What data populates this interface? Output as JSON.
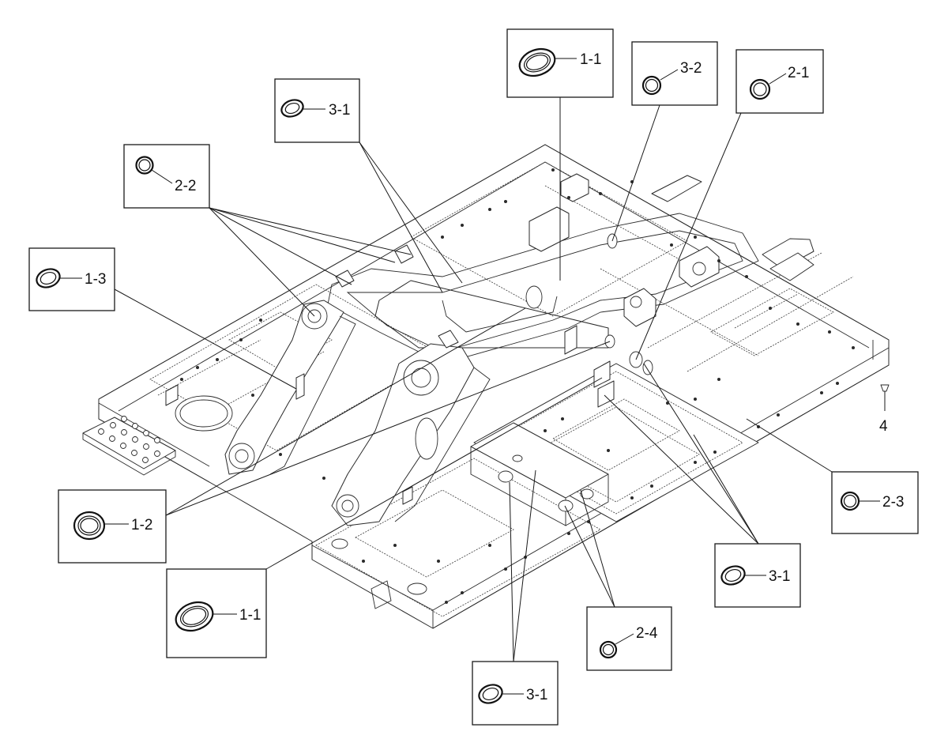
{
  "diagram": {
    "callouts": [
      {
        "id": "c1",
        "label": "1-1",
        "part": "oval-grommet"
      },
      {
        "id": "c2",
        "label": "3-2",
        "part": "round-grommet"
      },
      {
        "id": "c3",
        "label": "2-1",
        "part": "round-grommet"
      },
      {
        "id": "c4",
        "label": "3-1",
        "part": "oval-grommet"
      },
      {
        "id": "c5",
        "label": "2-2",
        "part": "round-grommet"
      },
      {
        "id": "c6",
        "label": "1-3",
        "part": "oval-grommet"
      },
      {
        "id": "c7",
        "label": "1-2",
        "part": "large-round-grommet"
      },
      {
        "id": "c8",
        "label": "1-1",
        "part": "oval-grommet"
      },
      {
        "id": "c9",
        "label": "2-3",
        "part": "round-grommet"
      },
      {
        "id": "c10",
        "label": "3-1",
        "part": "oval-grommet"
      },
      {
        "id": "c11",
        "label": "2-4",
        "part": "round-grommet"
      },
      {
        "id": "c12",
        "label": "3-1",
        "part": "oval-grommet"
      }
    ],
    "free_labels": [
      {
        "id": "f1",
        "label": "4",
        "part": "plug"
      }
    ]
  }
}
